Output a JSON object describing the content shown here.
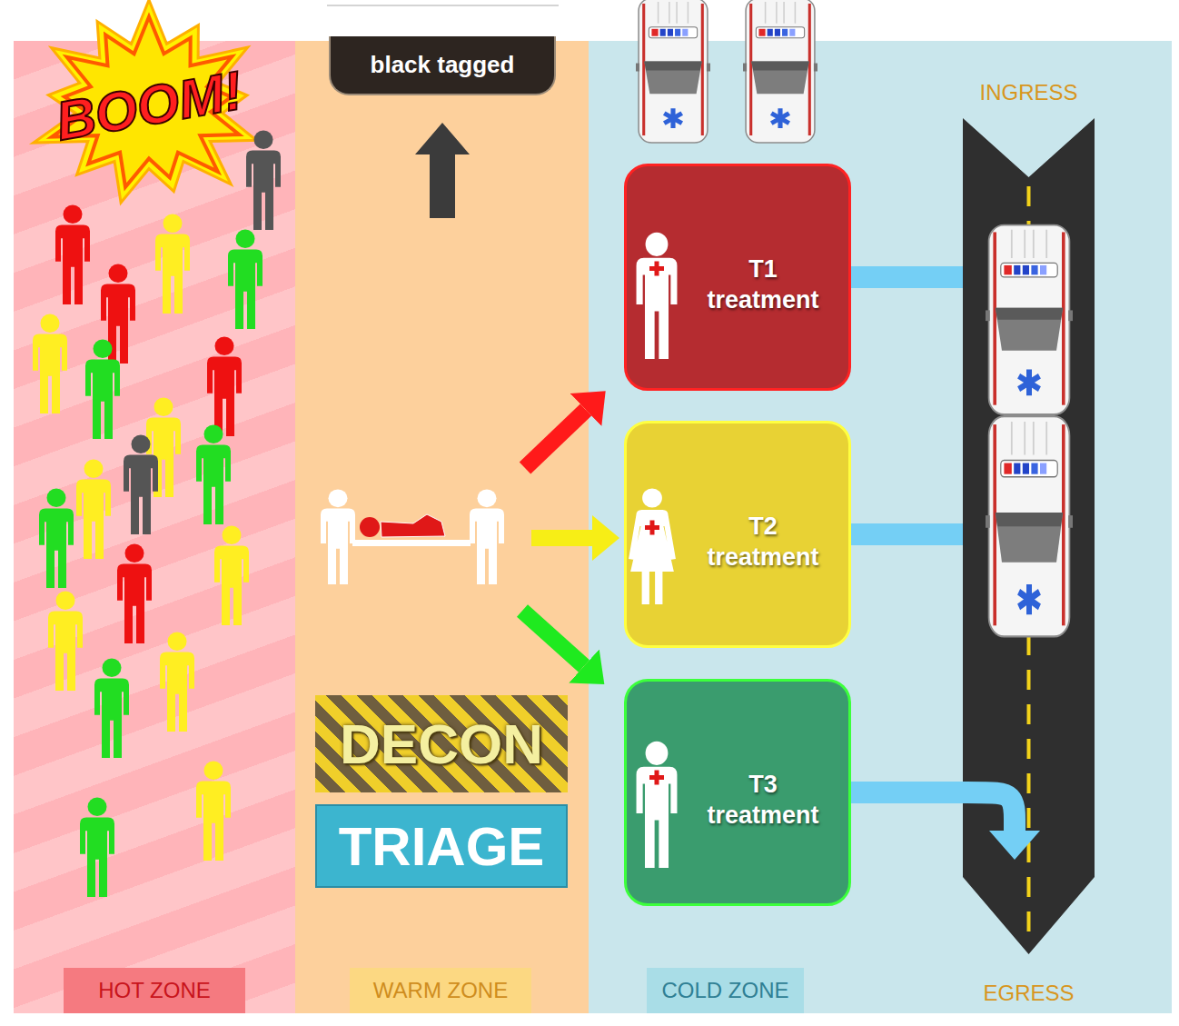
{
  "diagram": {
    "nodes": [
      {
        "text": [
          "HOT ZONE"
        ]
      },
      {
        "text": [
          "BOOM!"
        ],
        "in": 0
      },
      {
        "text": [
          "WARM ZONE"
        ]
      },
      {
        "text": [
          "black tagged"
        ],
        "in": 2
      },
      {
        "text": [
          "DECON"
        ],
        "in": 2
      },
      {
        "text": [
          "TRIAGE"
        ],
        "in": 2
      },
      {
        "text": [
          "COLD ZONE"
        ]
      },
      {
        "text": [
          "T1 treatment"
        ],
        "in": 6
      },
      {
        "text": [
          "T2 treatment"
        ],
        "in": 6
      },
      {
        "text": [
          "T3 treatment"
        ],
        "in": 6
      },
      {
        "text": [
          "INGRESS",
          "EGRESS"
        ],
        "in": 6
      }
    ],
    "edges": [
      {
        "from": 7,
        "to": 10,
        "arrow": "none"
      },
      {
        "from": 8,
        "to": 10,
        "arrow": "none"
      },
      {
        "from": 9,
        "to": 10,
        "arrow": "to"
      }
    ]
  }
}
